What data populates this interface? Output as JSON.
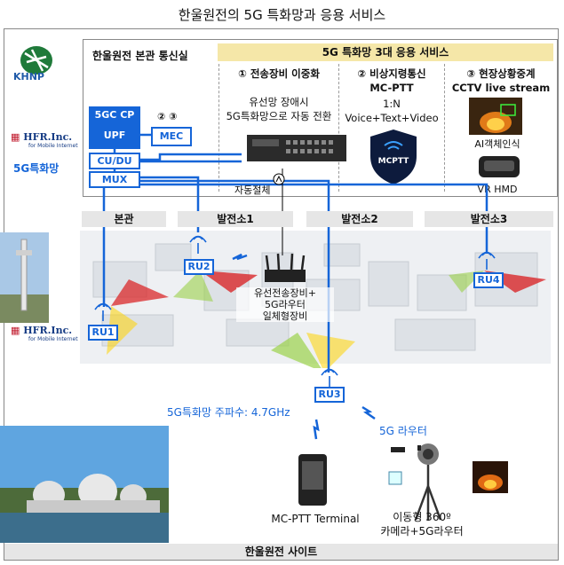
{
  "title": "한울원전의 5G 특화망과 응용 서비스",
  "logo_text": "KHNP",
  "hfr": {
    "name": "HFR.Inc.",
    "tagline": "for Mobile Internet"
  },
  "network_label": "5G특화망",
  "hq_title": "한울원전 본관 통신실",
  "services_title": "5G 특화망 3대 응용 서비스",
  "services": [
    {
      "title": "① 전송장비 이중화",
      "sub": "",
      "desc": [
        "유선망 장애시",
        "5G특화망으로 자동 전환"
      ]
    },
    {
      "title": "② 비상지령통신",
      "sub": "MC-PTT",
      "desc": [
        "1:N",
        "Voice+Text+Video"
      ]
    },
    {
      "title": "③ 현장상황중계",
      "sub": "CCTV live stream",
      "desc": []
    }
  ],
  "mcptt_badge": "MCPTT",
  "ai_label": "AI객체인식",
  "vr_label": "VR HMD",
  "core": {
    "cp": "5GC CP",
    "upf": "UPF",
    "mec_num": "② ③",
    "mec": "MEC",
    "cudu": "CU/DU",
    "mux": "MUX"
  },
  "auto_cut": "자동절체",
  "sections": [
    "본관",
    "발전소1",
    "발전소2",
    "발전소3"
  ],
  "ru": [
    "RU1",
    "RU2",
    "RU3",
    "RU4"
  ],
  "integrated_device": [
    "유선전송장비+",
    "5G라우터",
    "일체형장비"
  ],
  "frequency": "5G특화망 주파수: 4.7GHz",
  "router_label": "5G 라우터",
  "terminal_label": "MC-PTT Terminal",
  "camera_label": [
    "이동형 360º",
    "카메라+5G라우터"
  ],
  "site_label": "한울원전 사이트",
  "colors": {
    "accent": "#1565d8",
    "band": "#f5e7a8",
    "section_bar": "#e6e6e6"
  }
}
